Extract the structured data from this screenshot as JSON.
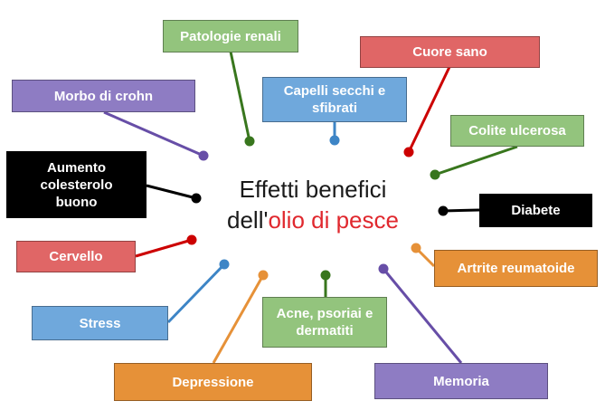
{
  "title": {
    "line1": "Effetti benefici",
    "line2_prefix": "dell'",
    "line2_highlight": "olio di pesce"
  },
  "colors": {
    "green": "#93c47d",
    "red": "#e06666",
    "purple": "#8e7cc3",
    "blue": "#6fa8dc",
    "orange": "#e69138",
    "black": "#000000",
    "highlight": "#e0282e"
  },
  "benefits": [
    {
      "id": "patologie-renali",
      "label": "Patologie renali",
      "color": "green"
    },
    {
      "id": "cuore-sano",
      "label": "Cuore sano",
      "color": "red"
    },
    {
      "id": "morbo-di-crohn",
      "label": "Morbo di crohn",
      "color": "purple"
    },
    {
      "id": "capelli",
      "label": "Capelli secchi e sfibrati",
      "color": "blue"
    },
    {
      "id": "colite-ulcerosa",
      "label": "Colite ulcerosa",
      "color": "green"
    },
    {
      "id": "colesterolo",
      "label": "Aumento colesterolo buono",
      "color": "black"
    },
    {
      "id": "diabete",
      "label": "Diabete",
      "color": "black"
    },
    {
      "id": "cervello",
      "label": "Cervello",
      "color": "red"
    },
    {
      "id": "artrite",
      "label": "Artrite reumatoide",
      "color": "orange"
    },
    {
      "id": "stress",
      "label": "Stress",
      "color": "blue"
    },
    {
      "id": "acne",
      "label": "Acne, psoriai e dermatiti",
      "color": "green"
    },
    {
      "id": "depressione",
      "label": "Depressione",
      "color": "orange"
    },
    {
      "id": "memoria",
      "label": "Memoria",
      "color": "purple"
    }
  ]
}
